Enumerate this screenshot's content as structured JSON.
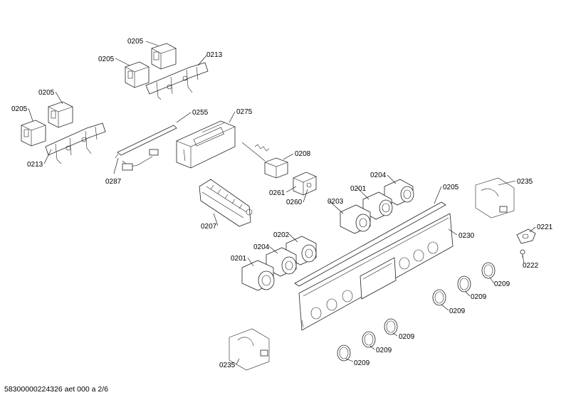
{
  "footer": {
    "doc_ref": "58300000224326 aet 000 a 2/6"
  },
  "callouts": [
    {
      "id": "c1",
      "text": "0205"
    },
    {
      "id": "c2",
      "text": "0205"
    },
    {
      "id": "c3",
      "text": "0213"
    },
    {
      "id": "c4",
      "text": "0205"
    },
    {
      "id": "c5",
      "text": "0205"
    },
    {
      "id": "c6",
      "text": "0213"
    },
    {
      "id": "c7",
      "text": "0255"
    },
    {
      "id": "c8",
      "text": "0275"
    },
    {
      "id": "c9",
      "text": "0287"
    },
    {
      "id": "c10",
      "text": "0208"
    },
    {
      "id": "c11",
      "text": "0261"
    },
    {
      "id": "c12",
      "text": "0260"
    },
    {
      "id": "c13",
      "text": "0207"
    },
    {
      "id": "c14",
      "text": "0204"
    },
    {
      "id": "c15",
      "text": "0201"
    },
    {
      "id": "c16",
      "text": "0203"
    },
    {
      "id": "c17",
      "text": "0205"
    },
    {
      "id": "c18",
      "text": "0235"
    },
    {
      "id": "c19",
      "text": "0230"
    },
    {
      "id": "c20",
      "text": "0221"
    },
    {
      "id": "c21",
      "text": "0222"
    },
    {
      "id": "c22",
      "text": "0202"
    },
    {
      "id": "c23",
      "text": "0204"
    },
    {
      "id": "c24",
      "text": "0201"
    },
    {
      "id": "c25",
      "text": "0209"
    },
    {
      "id": "c26",
      "text": "0209"
    },
    {
      "id": "c27",
      "text": "0209"
    },
    {
      "id": "c28",
      "text": "0209"
    },
    {
      "id": "c29",
      "text": "0209"
    },
    {
      "id": "c30",
      "text": "0209"
    },
    {
      "id": "c31",
      "text": "0235"
    }
  ]
}
